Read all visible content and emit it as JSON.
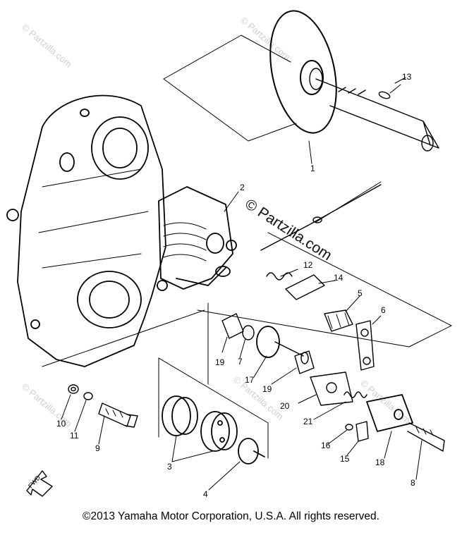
{
  "watermarks": {
    "top_left": "© Partzilla.com",
    "top_right": "© Partzilla.com",
    "center": "© Partzilla.com",
    "bottom_left": "© Partzilla.com",
    "bottom_mid": "© Partzilla.com",
    "bottom_right": "© Partzilla.com"
  },
  "callouts": [
    "1",
    "2",
    "3",
    "4",
    "5",
    "6",
    "7",
    "8",
    "9",
    "10",
    "11",
    "12",
    "13",
    "14",
    "15",
    "16",
    "17",
    "18",
    "19",
    "19",
    "20",
    "21"
  ],
  "fwd_label": "FWD",
  "copyright": "©2013  Yamaha Motor Corporation, U.S.A. All rights reserved."
}
